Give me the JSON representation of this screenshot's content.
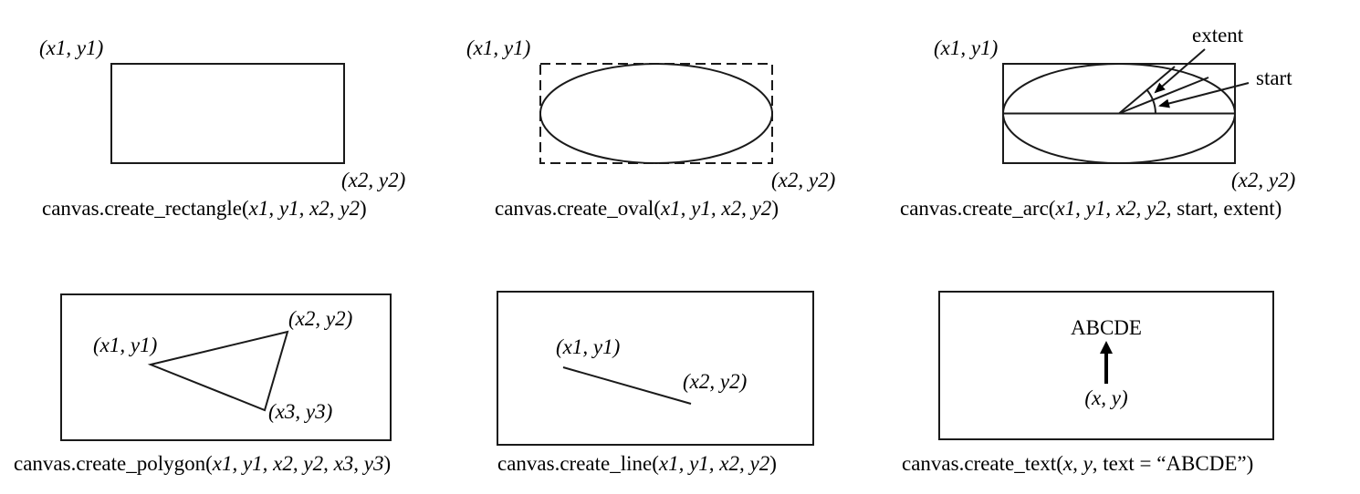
{
  "panels": {
    "rectangle": {
      "label_p1": "(x1, y1)",
      "label_p2": "(x2, y2)",
      "caption_prefix": "canvas.create_rectangle(",
      "caption_args": "x1, y1, x2, y2",
      "caption_suffix": ")"
    },
    "oval": {
      "label_p1": "(x1, y1)",
      "label_p2": "(x2, y2)",
      "caption_prefix": "canvas.create_oval(",
      "caption_args": "x1, y1, x2, y2",
      "caption_suffix": ")"
    },
    "arc": {
      "label_p1": "(x1, y1)",
      "label_p2": "(x2, y2)",
      "label_extent": "extent",
      "label_start": "start",
      "caption_prefix": "canvas.create_arc(",
      "caption_args": "x1, y1, x2, y2",
      "caption_suffix": ", start, extent)"
    },
    "polygon": {
      "label_p1": "(x1, y1)",
      "label_p2": "(x2, y2)",
      "label_p3": "(x3, y3)",
      "caption_prefix": "canvas.create_polygon(",
      "caption_args": "x1, y1, x2, y2, x3, y3",
      "caption_suffix": ")"
    },
    "line": {
      "label_p1": "(x1, y1)",
      "label_p2": "(x2, y2)",
      "caption_prefix": "canvas.create_line(",
      "caption_args": "x1, y1, x2, y2",
      "caption_suffix": ")"
    },
    "text": {
      "sample_text": "ABCDE",
      "label_anchor": "(x, y)",
      "caption_prefix": "canvas.create_text(",
      "caption_args": "x, y",
      "caption_suffix": ", text = “ABCDE”)"
    }
  }
}
